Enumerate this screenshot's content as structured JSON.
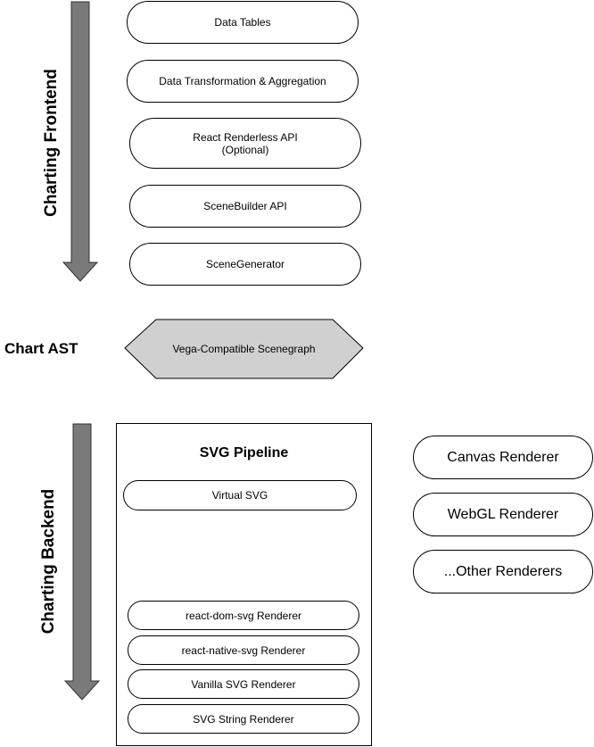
{
  "frontend": {
    "label": "Charting Frontend",
    "nodes": [
      {
        "text": "Data Tables"
      },
      {
        "text": "Data Transformation & Aggregation"
      },
      {
        "line1": "React Renderless API",
        "line2": "(Optional)"
      },
      {
        "text": "SceneBuilder API"
      },
      {
        "text": "SceneGenerator"
      }
    ]
  },
  "ast": {
    "label": "Chart AST",
    "node": "Vega-Compatible Scenegraph"
  },
  "backend": {
    "label": "Charting Backend",
    "pipeline": {
      "title": "SVG Pipeline",
      "virtual": "Virtual SVG",
      "renderers": [
        "react-dom-svg Renderer",
        "react-native-svg Renderer",
        "Vanilla SVG Renderer",
        "SVG String Renderer"
      ]
    },
    "other_renderers": [
      "Canvas Renderer",
      "WebGL Renderer",
      "...Other Renderers"
    ]
  },
  "colors": {
    "arrow_fill": "#7a7a7a",
    "hexagon_fill": "#d0d0d0",
    "stroke": "#000000"
  }
}
